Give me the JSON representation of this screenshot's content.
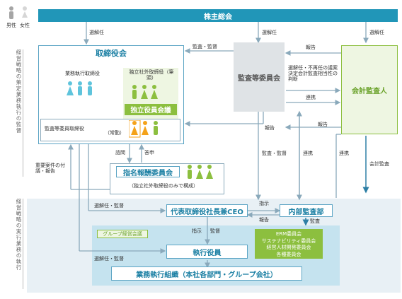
{
  "legend": {
    "male": "男性",
    "female": "女性"
  },
  "side_labels": {
    "strategy_planning": "経営戦略の策定業務執行の監督",
    "strategy_execution": "経営戦略の実行業務の執行"
  },
  "boxes": {
    "shareholders": "株主総会",
    "board": "取締役会",
    "audit_committee": "監査等委員会",
    "accounting_auditor": "会計監査人",
    "independent_council": "独立役員会議",
    "nomination_committee": "指名報酬委員会",
    "ceo": "代表取締役社長兼CEO",
    "internal_audit": "内部監査部",
    "officers": "執行役員",
    "organization": "業務執行組織（本社各部門・グループ会社）",
    "group_meeting": "グループ経営会議",
    "committees": [
      "ERM委員会",
      "サステナビリティ委員会",
      "経営人材開発委員会",
      "各種委員会"
    ]
  },
  "board_labels": {
    "executive_directors": "業務執行取締役",
    "outside_directors": "独立社外取締役（筆頭）",
    "audit_directors": "監査等委員取締役",
    "full_time": "（常勤）",
    "nomination_note": "（独立社外取締役のみで構成）"
  },
  "arrow_labels": {
    "elect_dismiss_left": "選解任",
    "elect_dismiss_mid": "選解任",
    "elect_dismiss_right": "選解任",
    "audit_supervise_top": "監査・監督",
    "report_top": "報告",
    "elect_decision": "選解任・不再任の議案決定会計監査相当性の判断",
    "cooperation_1": "連携",
    "report_right": "報告",
    "report_down": "報告",
    "audit_supervise_mid": "監査・監督",
    "cooperation_2": "連携",
    "cooperation_3": "連携",
    "accounting_audit": "会計監査",
    "important_matters": "重要案件の付議・報告",
    "consult": "諮問",
    "answer": "答申",
    "elect_supervise_1": "選解任・監督",
    "instruction": "指示",
    "report_internal": "報告",
    "audit": "監査",
    "instruction_2": "指示",
    "supervise": "監督",
    "elect_supervise_2": "選解任・監督"
  },
  "colors": {
    "teal": "#2196b8",
    "light_teal": "#5ba4c4",
    "pale_blue": "#e8f2f7",
    "gray_box": "#dfe3e6",
    "green": "#8cbf3f",
    "pale_green": "#eef6e2",
    "orange": "#f4a21a",
    "person_blue": "#5fc4dc",
    "person_gray": "#a5a5a5"
  }
}
